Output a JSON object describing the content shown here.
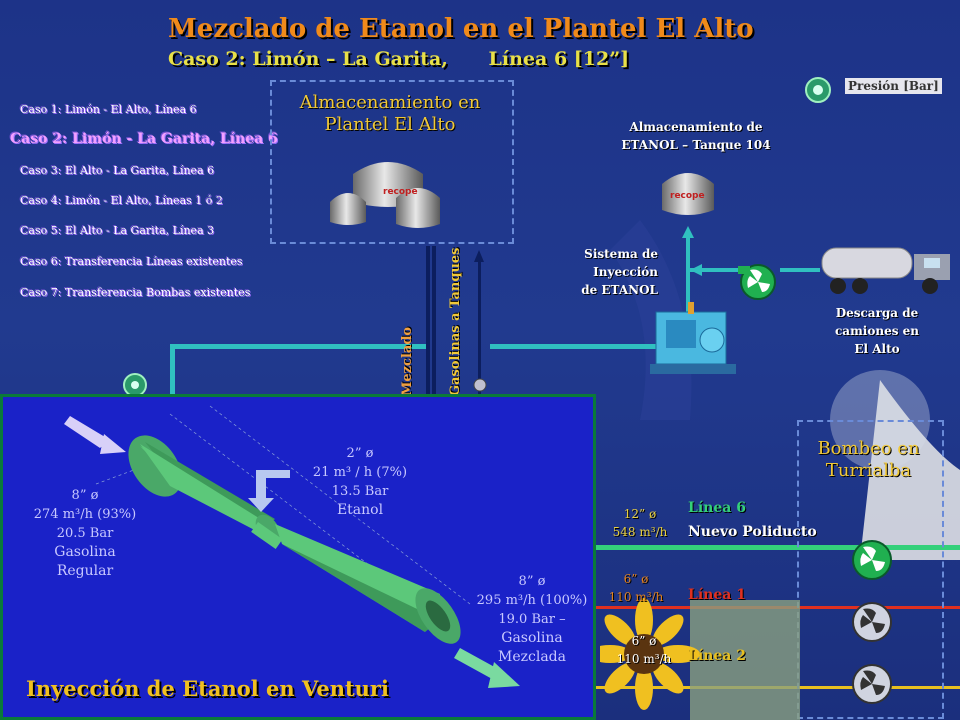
{
  "header": {
    "title": "Mezclado de Etanol en el Plantel El Alto",
    "subtitle_case": "Caso 2: Limón – La Garita,",
    "subtitle_line": "Línea 6 [12”]"
  },
  "cases": [
    "Caso 1: Limón - El Alto, Línea 6",
    "Caso 2: Limón - La Garita, Línea 6",
    "Caso 3: El Alto - La Garita, Línea 6",
    "Caso 4: Limón - El Alto, Líneas 1 ó 2",
    "Caso 5: El Alto - La Garita, Línea 3",
    "Caso 6: Transferencia Líneas existentes",
    "Caso 7: Transferencia Bombas existentes"
  ],
  "storage": {
    "title_line1": "Almacenamiento en",
    "title_line2": "Plantel El Alto"
  },
  "ethanol_tank": {
    "label_line1": "Almacenamiento de",
    "label_line2": "ETANOL – Tanque 104",
    "brand": "recope"
  },
  "legend": {
    "pressure_label": "Presión [Bar]"
  },
  "injection_system": {
    "line1": "Sistema de",
    "line2": "Inyección",
    "line3": "de ETANOL"
  },
  "truck_unload": {
    "line1": "Descarga de",
    "line2": "camiones en",
    "line3": "El Alto"
  },
  "vertical_labels": {
    "to_tanks": "Gasolinas a Tanques",
    "blend": "Mezclado"
  },
  "bombeo": {
    "line1": "Bombeo en",
    "line2": "Turrialba"
  },
  "lines": [
    {
      "size": "12” ø",
      "flow": "548 m³/h",
      "name": "Línea 6",
      "extra": "Nuevo Poliducto",
      "color": "#34d07a"
    },
    {
      "size": "6” ø",
      "flow": "110 m³/h",
      "name": "Línea 1",
      "color": "#e03020"
    },
    {
      "size": "6” ø",
      "flow": "110 m³/h",
      "name": "Línea 2",
      "color": "#e8c020"
    }
  ],
  "venturi": {
    "title": "Inyección de Etanol en Venturi",
    "inlet": {
      "size": "8” ø",
      "flow": "274 m³/h (93%)",
      "pressure": "20.5 Bar",
      "product_l1": "Gasolina",
      "product_l2": "Regular"
    },
    "ethanol": {
      "size": "2” ø",
      "flow": "21 m³ / h (7%)",
      "pressure": "13.5 Bar",
      "product": "Etanol"
    },
    "outlet": {
      "size": "8” ø",
      "flow": "295 m³/h (100%)",
      "pressure": "19.0 Bar –",
      "product_l1": "Gasolina",
      "product_l2": "Mezclada"
    }
  },
  "colors": {
    "background": "#1f358a",
    "title": "#f08a1a",
    "subtitle": "#e8e048",
    "pipe_teal": "#30c0c0",
    "pump_green": "#20b050",
    "venturi_panel": "#1a22c8",
    "venturi_body": "#5cc87a"
  }
}
